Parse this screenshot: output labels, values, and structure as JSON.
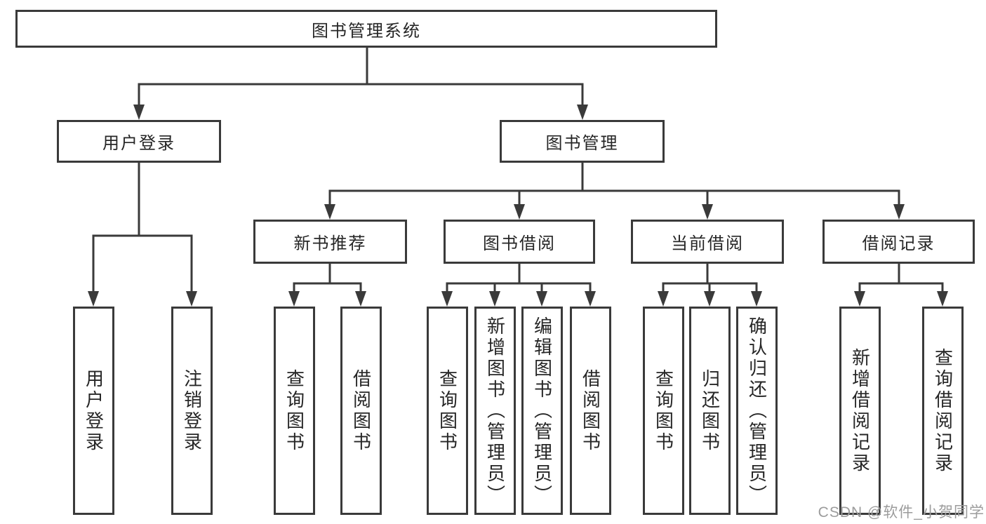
{
  "colors": {
    "line": "#3a3a3a",
    "box_border": "#3a3a3a",
    "text": "#262626",
    "background": "#ffffff",
    "watermark": "#9c9c9c"
  },
  "tree": {
    "root": {
      "label": "图书管理系统"
    },
    "level2": [
      {
        "label": "用户登录"
      },
      {
        "label": "图书管理"
      }
    ],
    "level3": [
      {
        "label": "新书推荐"
      },
      {
        "label": "图书借阅"
      },
      {
        "label": "当前借阅"
      },
      {
        "label": "借阅记录"
      }
    ],
    "leaves": [
      {
        "label": "用户登录"
      },
      {
        "label": "注销登录"
      },
      {
        "label": "查询图书"
      },
      {
        "label": "借阅图书"
      },
      {
        "label": "查询图书"
      },
      {
        "label": "新增图书（管理员）"
      },
      {
        "label": "编辑图书（管理员）"
      },
      {
        "label": "借阅图书"
      },
      {
        "label": "查询图书"
      },
      {
        "label": "归还图书"
      },
      {
        "label": "确认归还（管理员）"
      },
      {
        "label": "新增借阅记录"
      },
      {
        "label": "查询借阅记录"
      }
    ]
  },
  "watermark": {
    "text": "CSDN @软件_小贺同学"
  }
}
